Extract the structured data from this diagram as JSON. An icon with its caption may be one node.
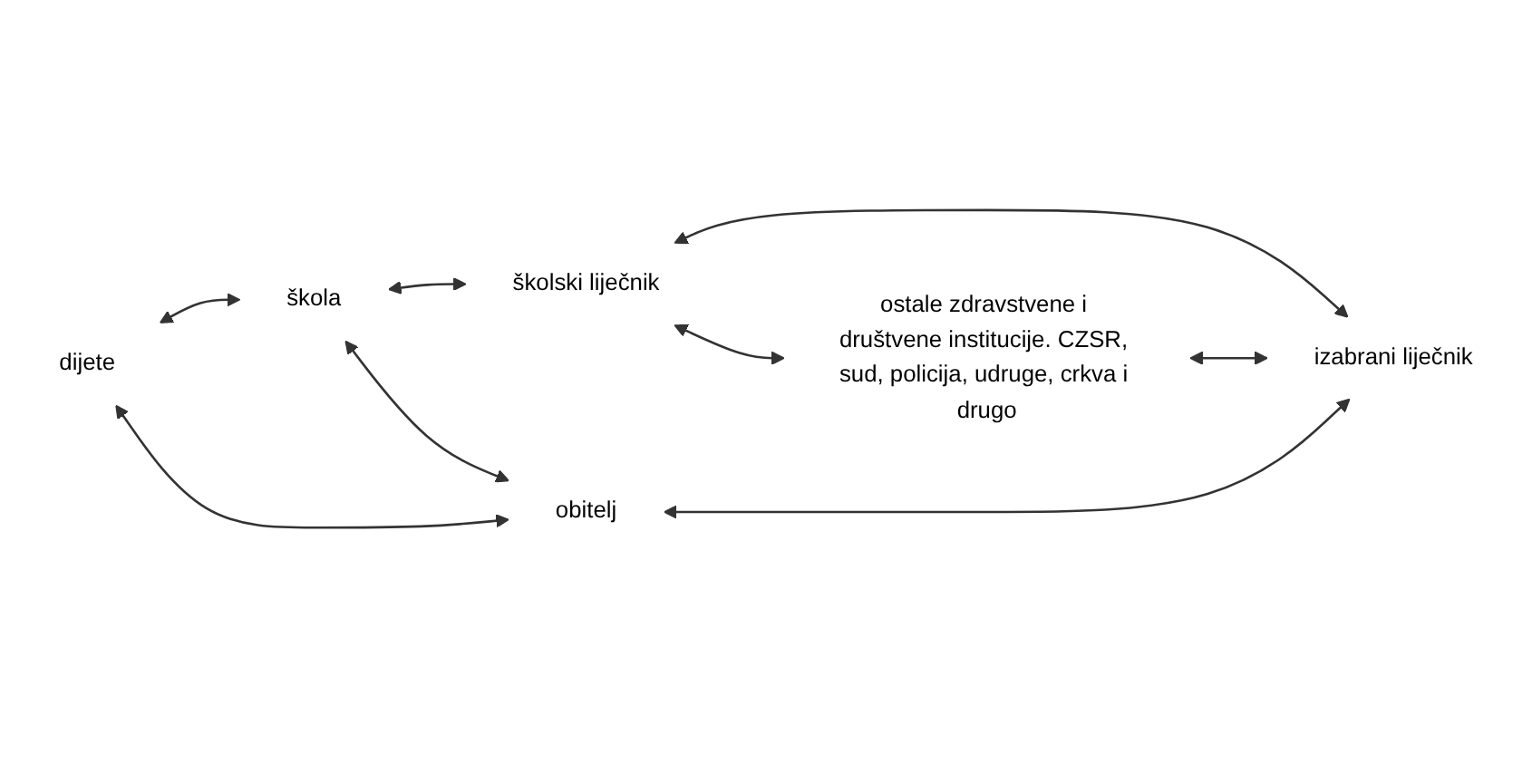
{
  "diagram": {
    "nodes": [
      {
        "text": [
          "škola"
        ]
      },
      {
        "text": [
          "školski liječnik"
        ]
      },
      {
        "text": [
          "dijete"
        ]
      },
      {
        "text": [
          "ostale zdravstvene i društvene institucije. CZSR, sud, policija, udruge, crkva i drugo"
        ]
      },
      {
        "text": [
          "obitelj"
        ]
      },
      {
        "text": [
          "izabrani liječnik"
        ]
      }
    ],
    "edges": [
      {
        "from": 0,
        "to": 1,
        "arrow": "both"
      },
      {
        "from": 2,
        "to": 0,
        "arrow": "both"
      },
      {
        "from": 0,
        "to": 4,
        "arrow": "both"
      },
      {
        "from": 1,
        "to": 5,
        "arrow": "both"
      },
      {
        "from": 1,
        "to": 3,
        "arrow": "both"
      },
      {
        "from": 2,
        "to": 4,
        "arrow": "both"
      },
      {
        "from": 3,
        "to": 5,
        "arrow": "both"
      },
      {
        "from": 4,
        "to": 5,
        "arrow": "both"
      }
    ]
  }
}
